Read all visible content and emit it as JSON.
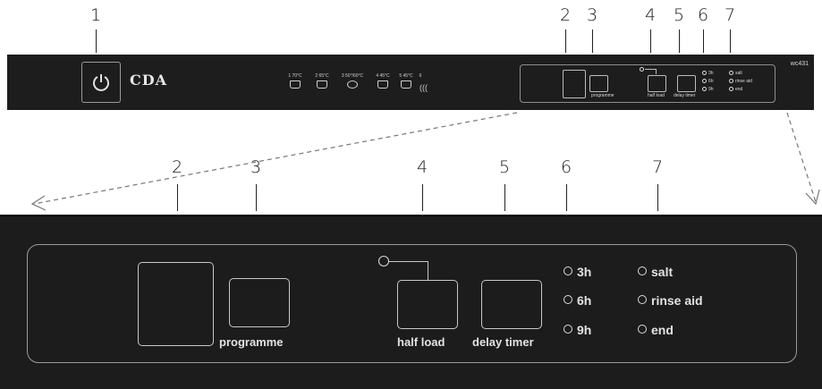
{
  "callouts_top": [
    "1",
    "2",
    "3",
    "4",
    "5",
    "6",
    "7"
  ],
  "callouts_bottom": [
    "2",
    "3",
    "4",
    "5",
    "6",
    "7"
  ],
  "top_panel": {
    "logo": "CDA",
    "model": "wc431",
    "programmes": [
      {
        "n": "1",
        "t": "70°C"
      },
      {
        "n": "2",
        "t": "65°C"
      },
      {
        "n": "3",
        "t": "50°/60°C"
      },
      {
        "n": "4",
        "t": "45°C"
      },
      {
        "n": "5",
        "t": "45°C"
      },
      {
        "n": "6",
        "t": ""
      }
    ],
    "programme_label": "programme",
    "half_load_label": "half load",
    "delay_timer_label": "delay timer",
    "delay_options": [
      "3h",
      "6h",
      "9h"
    ],
    "status_lights": [
      "salt",
      "rinse aid",
      "end"
    ]
  },
  "big_panel": {
    "programme_label": "programme",
    "half_load_label": "half load",
    "delay_timer_label": "delay timer",
    "delay_options": [
      "3h",
      "6h",
      "9h"
    ],
    "status_lights": [
      "salt",
      "rinse aid",
      "end"
    ]
  },
  "colors": {
    "panel": "#1c1c1c",
    "line": "#c8c8c8",
    "text": "#e2e2e2"
  }
}
